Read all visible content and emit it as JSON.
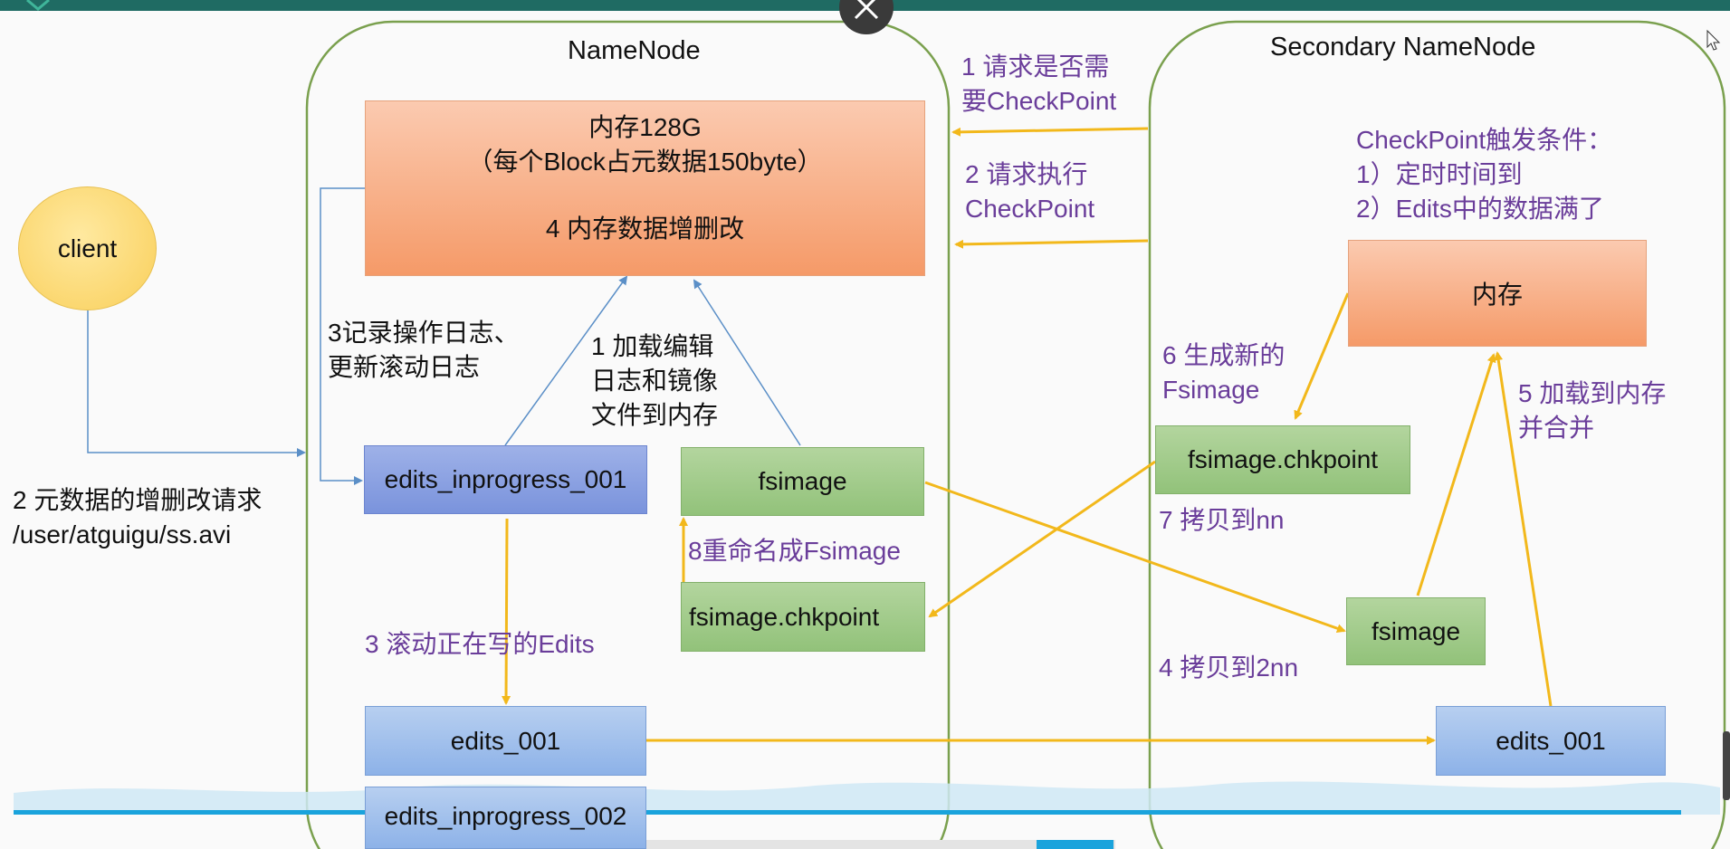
{
  "namenode": {
    "title": "NameNode",
    "memory_line1": "内存128G",
    "memory_line2": "（每个Block占元数据150byte）",
    "memory_line3": "4 内存数据增删改",
    "edits_inprogress_001": "edits_inprogress_001",
    "fsimage": "fsimage",
    "fsimage_chkpoint": "fsimage.chkpoint",
    "edits_001": "edits_001",
    "edits_inprogress_002": "edits_inprogress_002"
  },
  "secondary": {
    "title": "Secondary NameNode",
    "memory": "内存",
    "fsimage_chkpoint": "fsimage.chkpoint",
    "fsimage": "fsimage",
    "edits_001": "edits_001"
  },
  "client": {
    "label": "client",
    "request": "2 元数据的增删改请求\n/user/atguigu/ss.avi"
  },
  "annotations": {
    "log_ops": "3记录操作日志、\n更新滚动日志",
    "load_edits": "1 加载编辑\n日志和镜像\n文件到内存",
    "roll_edits": "3 滚动正在写的Edits",
    "rename": "8重命名成Fsimage",
    "ask_checkpoint": "1 请求是否需\n要CheckPoint",
    "exec_checkpoint": "2 请求执行\nCheckPoint",
    "trigger": "CheckPoint触发条件：\n1）定时时间到\n2）Edits中的数据满了",
    "gen_fsimage": "6 生成新的\nFsimage",
    "copy_to_nn": "7 拷贝到nn",
    "load_merge": "5 加载到内存\n并合并",
    "copy_to_2nn": "4 拷贝到2nn"
  },
  "colors": {
    "annotation_purple": "#6a3d9a",
    "arrow_yellow": "#f2b81b",
    "arrow_blue": "#5b8fc7",
    "container_green": "#7aa04e",
    "player_bar": "#1aa3dc"
  },
  "icons": {
    "close": "close-icon",
    "cursor": "cursor-icon"
  }
}
